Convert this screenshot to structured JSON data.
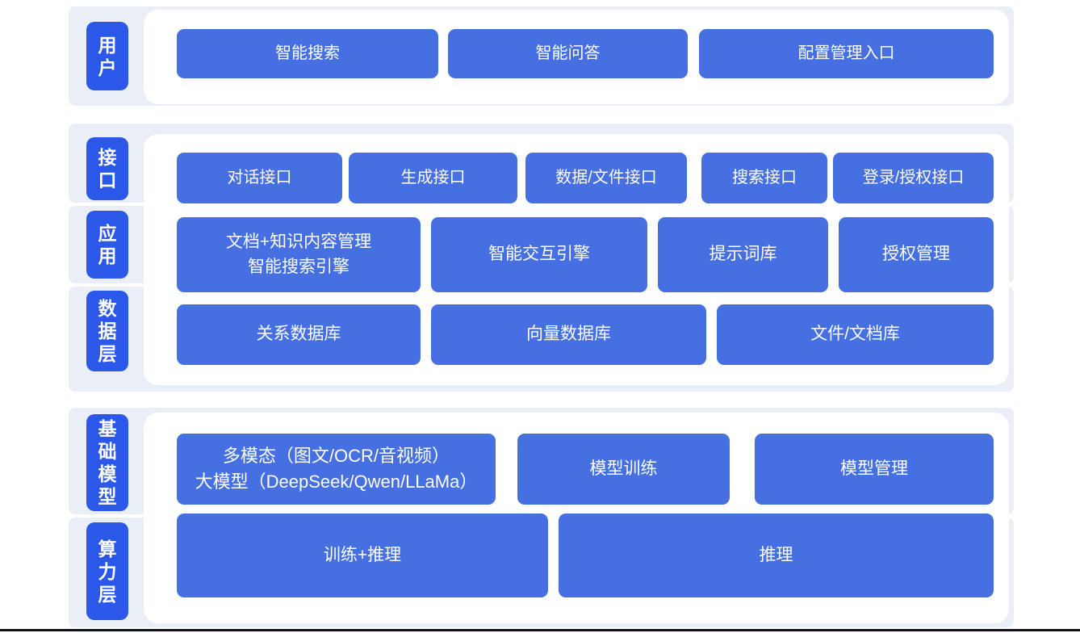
{
  "diagram_title": "AI platform layered architecture diagram",
  "colors": {
    "page_bg": "#ffffff",
    "band_bg": "#e9eef7",
    "panel_bg": "#ffffff",
    "label_blue": "#2b58e8",
    "box_blue": "#4670e2",
    "box_text": "#ffffff",
    "bottom_line": "#10101c"
  },
  "layers": {
    "user": "用户",
    "interface": "接口",
    "application": "应用",
    "data": "数据层",
    "foundation_model": "基础模型",
    "compute": "算力层"
  },
  "user_row": {
    "smart_search": "智能搜索",
    "smart_qa": "智能问答",
    "config_entry": "配置管理入口"
  },
  "interface_row": {
    "dialog_api": "对话接口",
    "generation_api": "生成接口",
    "data_file_api": "数据/文件接口",
    "search_api": "搜索接口",
    "login_auth_api": "登录/授权接口"
  },
  "application_row": {
    "doc_knowledge_mgmt": "文档+知识内容管理\n智能搜索引擎",
    "interaction_engine": "智能交互引擎",
    "prompt_library": "提示词库",
    "auth_mgmt": "授权管理"
  },
  "data_row": {
    "relational_db": "关系数据库",
    "vector_db": "向量数据库",
    "file_doc_store": "文件/文档库"
  },
  "foundation_row": {
    "multimodal_llm": "多模态（图文/OCR/音视频）\n大模型（DeepSeek/Qwen/LLaMa）",
    "model_training": "模型训练",
    "model_mgmt": "模型管理"
  },
  "compute_row": {
    "training_inference": "训练+推理",
    "inference": "推理"
  }
}
